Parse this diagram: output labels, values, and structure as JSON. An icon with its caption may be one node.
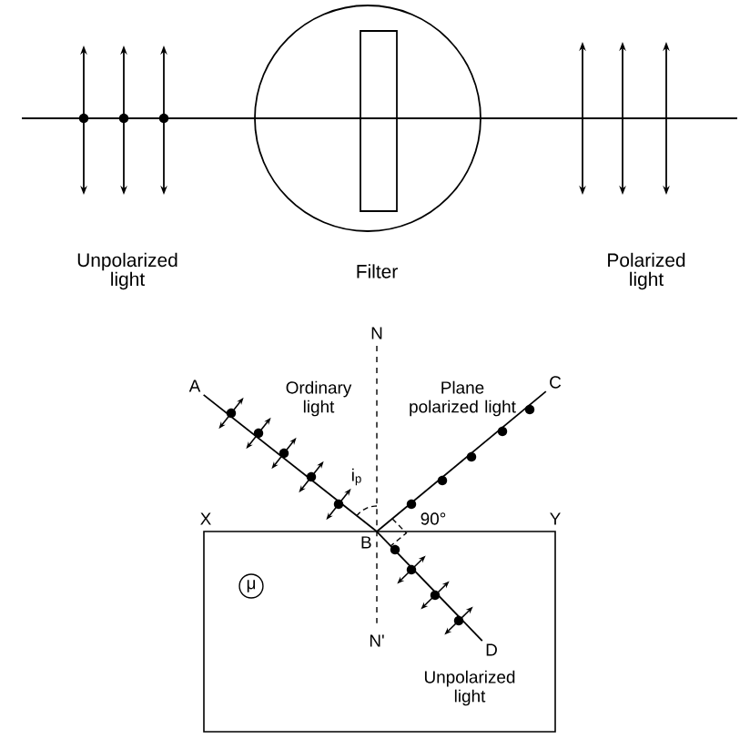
{
  "diagram": {
    "nodes": [
      {
        "text": [
          "A"
        ]
      },
      {
        "text": [
          "B"
        ]
      },
      {
        "text": [
          "C"
        ]
      },
      {
        "text": [
          "D"
        ]
      }
    ],
    "edges": [
      {
        "from": 0,
        "to": 1,
        "arrow": "none"
      },
      {
        "from": 1,
        "to": 2,
        "arrow": "none"
      },
      {
        "from": 1,
        "to": 3,
        "arrow": "none"
      }
    ],
    "labels": [
      "Unpolarized light",
      "Filter",
      "Polarized light",
      "N",
      "Ordinary light",
      "Plane polarized light",
      "i$_{p}$",
      "90°",
      "X",
      "Y",
      "μ",
      "N'",
      "Unpolarized light"
    ]
  }
}
